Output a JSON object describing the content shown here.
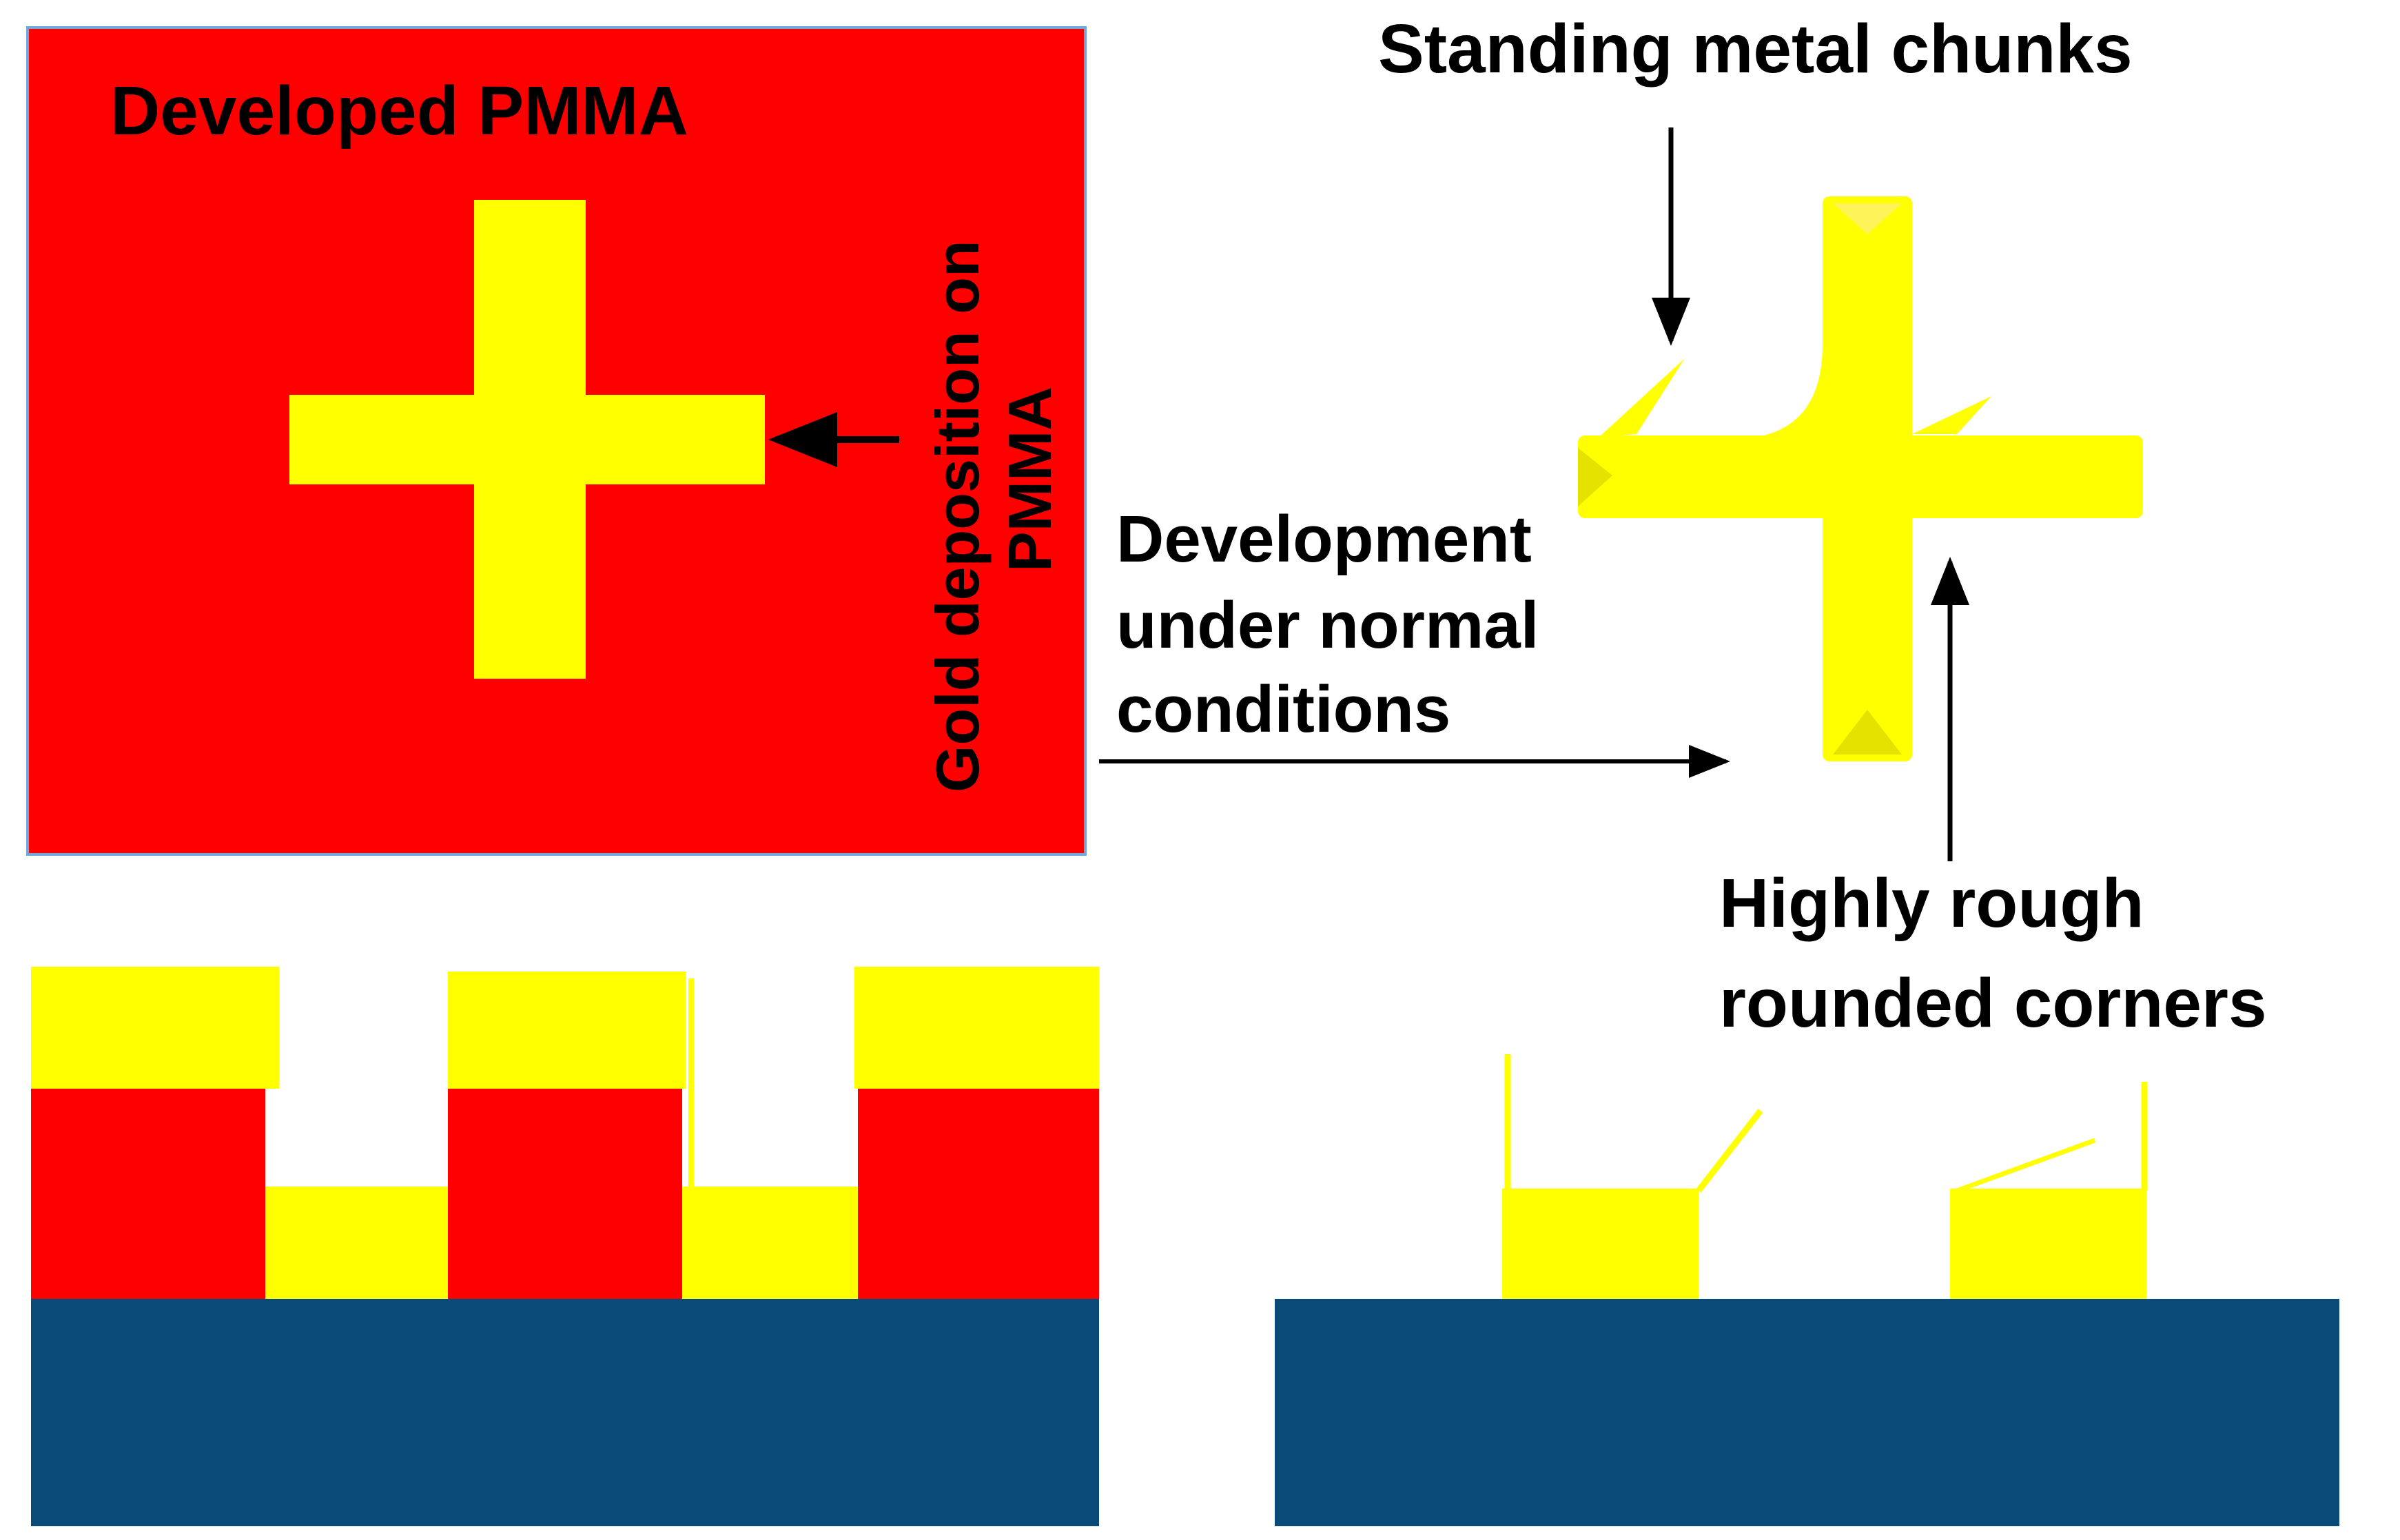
{
  "colors": {
    "pmma": "#FF0000",
    "gold": "#FFFF00",
    "gold_shade": "#E6E200",
    "substrate": "#0A4A78",
    "frame": "#6FA8DC",
    "text": "#000000"
  },
  "labels": {
    "developed_pmma": "Developed PMMA",
    "gold_deposition_line1": "Gold deposition on",
    "gold_deposition_line2": "PMMA",
    "development_line1": "Development",
    "development_line2": "under normal",
    "development_line3": "conditions",
    "standing_chunks": "Standing metal chunks",
    "rough_corners_line1": "Highly rough",
    "rough_corners_line2": "rounded corners"
  }
}
